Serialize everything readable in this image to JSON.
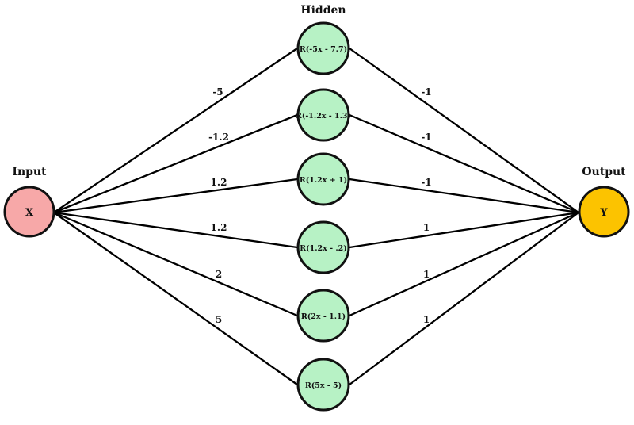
{
  "colors": {
    "input_fill": "#f7a8a8",
    "hidden_fill": "#b7f2c5",
    "output_fill": "#fcc300",
    "stroke": "#000000"
  },
  "labels": {
    "input": "Input",
    "hidden": "Hidden",
    "output": "Output"
  },
  "input_node": {
    "text": "X"
  },
  "output_node": {
    "text": "Y"
  },
  "hidden_nodes": [
    {
      "text": "R(-5x - 7.7)",
      "in_weight": "-5",
      "out_weight": "-1"
    },
    {
      "text": "R(-1.2x - 1.3)",
      "in_weight": "-1.2",
      "out_weight": "-1"
    },
    {
      "text": "R(1.2x + 1)",
      "in_weight": "1.2",
      "out_weight": "-1"
    },
    {
      "text": "R(1.2x - .2)",
      "in_weight": "1.2",
      "out_weight": "1"
    },
    {
      "text": "R(2x - 1.1)",
      "in_weight": "2",
      "out_weight": "1"
    },
    {
      "text": "R(5x - 5)",
      "in_weight": "5",
      "out_weight": "1"
    }
  ]
}
